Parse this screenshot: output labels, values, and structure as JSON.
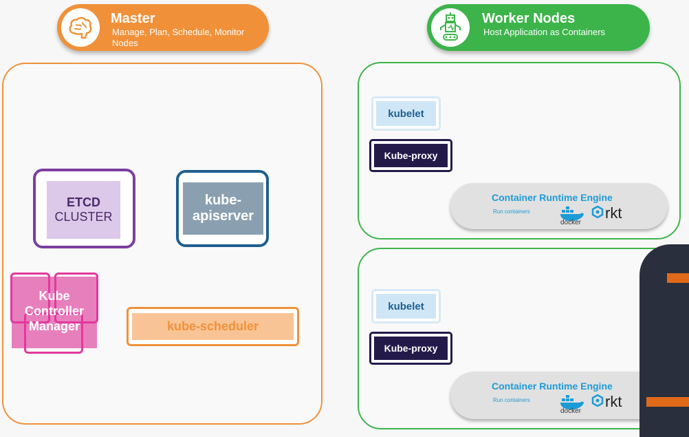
{
  "master": {
    "title": "Master",
    "subtitle_line1": "Manage, Plan, Schedule, Monitor",
    "subtitle_line2": "Nodes",
    "color": "#f0913a"
  },
  "worker": {
    "title": "Worker Nodes",
    "subtitle": "Host Application as Containers",
    "color": "#3cb44a"
  },
  "master_components": {
    "etcd_line1": "ETCD",
    "etcd_line2": "CLUSTER",
    "apiserver_line1": "kube-",
    "apiserver_line2": "apiserver",
    "controller_line1": "Kube",
    "controller_line2": "Controller",
    "controller_line3": "Manager",
    "scheduler": "kube-scheduler"
  },
  "worker_nodes": [
    {
      "kubelet": "kubelet",
      "kube_proxy": "Kube-proxy",
      "runtime_title": "Container Runtime Engine",
      "runtime_sub": "Run containers",
      "docker_label": "docker",
      "rkt_label": "rkt"
    },
    {
      "kubelet": "kubelet",
      "kube_proxy": "Kube-proxy",
      "runtime_title": "Container Runtime Engine",
      "runtime_sub": "Run containers",
      "docker_label": "docker",
      "rkt_label": "rkt"
    }
  ],
  "icons": {
    "master": "brain-icon",
    "worker": "robot-icon",
    "docker": "docker-whale-icon",
    "rkt": "rkt-logo-icon"
  },
  "colors": {
    "etcd_border": "#7b3fa0",
    "etcd_fill": "#dcc8e8",
    "apiserver_border": "#1f5f8f",
    "apiserver_fill": "#8aa0b0",
    "controller": "#e2389c",
    "scheduler": "#f0913a",
    "kubelet_fill": "#cfe6f6",
    "kubeproxy_fill": "#241a4a",
    "runtime_text": "#1d9bd7"
  }
}
